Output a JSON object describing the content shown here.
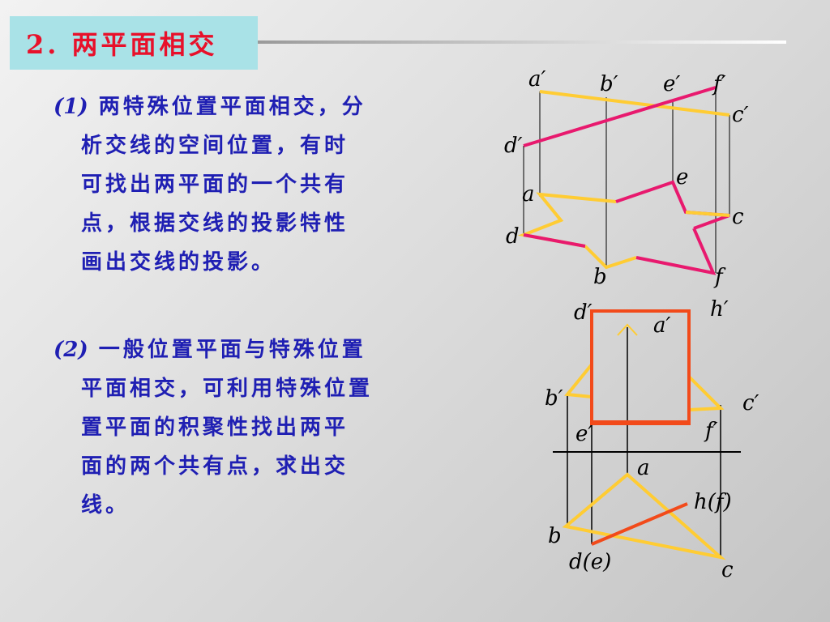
{
  "title": {
    "text": "2. 两平面相交"
  },
  "paragraph1": {
    "number": "(1)",
    "lines": [
      "两特殊位置平面相交，分",
      "析交线的空间位置，有时",
      "可找出两平面的一个共有",
      "点，根据交线的投影特性",
      "画出交线的投影。"
    ]
  },
  "paragraph2": {
    "number": "(2)",
    "lines": [
      "一般位置平面与特殊位置",
      "平面相交，可利用特殊位置",
      "置平面的积聚性找出两平",
      "面的两个共有点，求出交",
      "线。"
    ]
  },
  "diagram1_labels": {
    "a_prime": "a′",
    "b_prime": "b′",
    "e_prime": "e′",
    "f_prime": "f′",
    "c_prime": "c′",
    "d_prime": "d′",
    "e": "e",
    "a": "a",
    "c": "c",
    "d": "d",
    "b": "b",
    "f": "f"
  },
  "diagram2_labels": {
    "d_prime": "d′",
    "h_prime": "h′",
    "a_prime": "a′",
    "b_prime": "b′",
    "c_prime": "c′",
    "e_prime": "e′",
    "f_prime": "f′",
    "a": "a",
    "h_f": "h(f)",
    "b": "b",
    "d_e": "d(e)",
    "c": "c"
  },
  "colors": {
    "yellow": "#ffcc33",
    "pink": "#e8196e",
    "orange": "#f24a1a",
    "title_text": "#e8102a",
    "body_text": "#1f1fb3",
    "title_bg": "#a9e2e7"
  }
}
